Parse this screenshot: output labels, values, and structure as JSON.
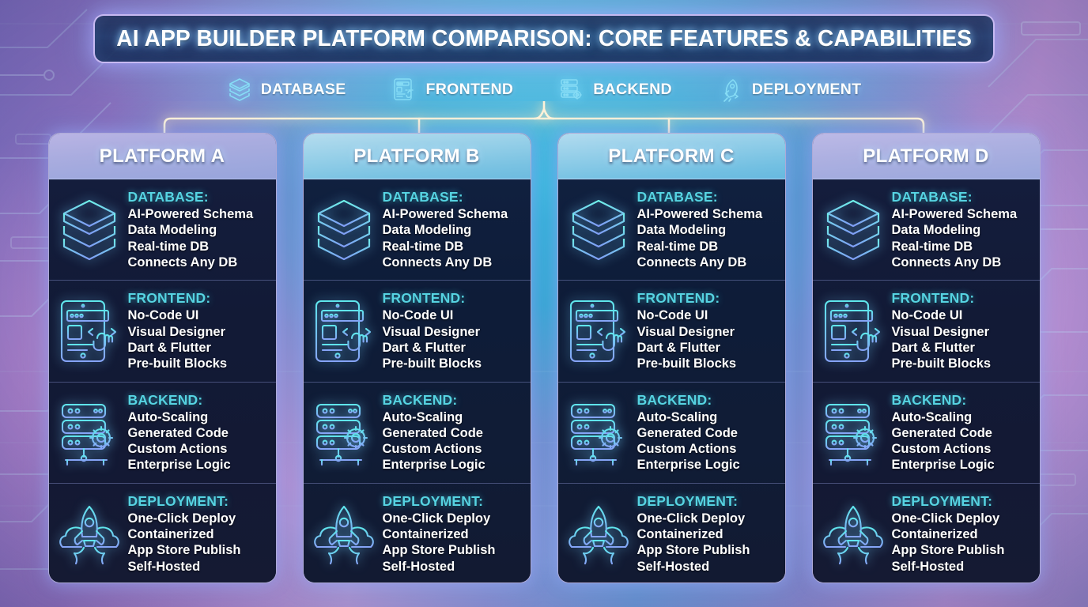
{
  "title": "AI APP BUILDER PLATFORM COMPARISON: CORE FEATURES & CAPABILITIES",
  "legend": [
    {
      "label": "DATABASE",
      "icon": "database-layers-icon"
    },
    {
      "label": "FRONTEND",
      "icon": "tablet-cursor-icon"
    },
    {
      "label": "BACKEND",
      "icon": "server-gear-icon"
    },
    {
      "label": "DEPLOYMENT",
      "icon": "rocket-icon"
    }
  ],
  "colors": {
    "heading_cyan": "#56d3e2",
    "item_white": "#ffffff",
    "card_body_navy": "#101c38",
    "connector_glow": "#fff4dd",
    "accent_lavender": "#d6ceff"
  },
  "sections": [
    {
      "key": "database",
      "heading": "DATABASE:",
      "icon": "database-layers-icon",
      "items": [
        "AI-Powered Schema",
        "Data Modeling",
        "Real-time DB",
        "Connects Any DB"
      ]
    },
    {
      "key": "frontend",
      "heading": "FRONTEND:",
      "icon": "tablet-cursor-icon",
      "items": [
        "No-Code UI",
        "Visual Designer",
        "Dart & Flutter",
        "Pre-built Blocks"
      ]
    },
    {
      "key": "backend",
      "heading": "BACKEND:",
      "icon": "server-gear-icon",
      "items": [
        "Auto-Scaling",
        "Generated Code",
        "Custom Actions",
        "Enterprise Logic"
      ]
    },
    {
      "key": "deployment",
      "heading": "DEPLOYMENT:",
      "icon": "rocket-cloud-icon",
      "items": [
        "One-Click Deploy",
        "Containerized",
        "App Store Publish",
        "Self-Hosted"
      ]
    }
  ],
  "cards": [
    {
      "id": "a",
      "title": "PLATFORM A"
    },
    {
      "id": "b",
      "title": "PLATFORM B"
    },
    {
      "id": "c",
      "title": "PLATFORM C"
    },
    {
      "id": "d",
      "title": "PLATFORM D"
    }
  ]
}
